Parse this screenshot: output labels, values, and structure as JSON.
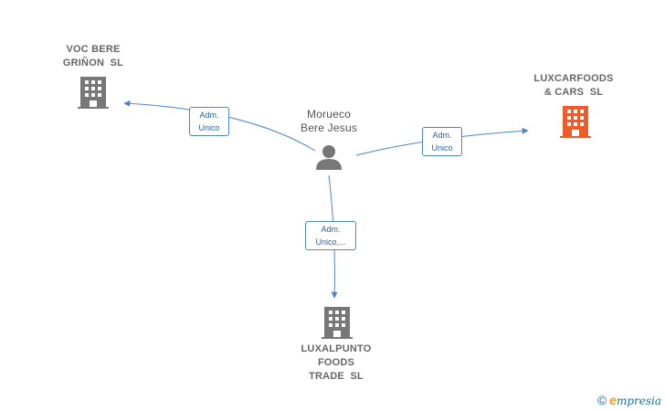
{
  "nodes": {
    "voc": {
      "lines": [
        "VOC BERE",
        "GRIÑON  SL"
      ],
      "type": "company",
      "color": "#777777"
    },
    "luxcar": {
      "lines": [
        "LUXCARFOODS",
        "& CARS  SL"
      ],
      "type": "company",
      "color": "#ee5c2c"
    },
    "person": {
      "lines": [
        "Morueco",
        "Bere Jesus"
      ],
      "type": "person",
      "color": "#777777"
    },
    "luxal": {
      "lines": [
        "LUXALPUNTO",
        "FOODS",
        "TRADE  SL"
      ],
      "type": "company",
      "color": "#777777"
    }
  },
  "edges": [
    {
      "from": "person",
      "to": "voc",
      "label": [
        "Adm.",
        "Unico"
      ]
    },
    {
      "from": "person",
      "to": "luxcar",
      "label": [
        "Adm.",
        "Unico"
      ]
    },
    {
      "from": "person",
      "to": "luxal",
      "label": [
        "Adm.",
        "Unico,..."
      ]
    }
  ],
  "edge_color": "#4a86c8",
  "watermark": {
    "copyright": "©",
    "brand_initial": "e",
    "brand_rest": "mpresia"
  },
  "icons": {
    "company": "building-icon",
    "person": "person-icon"
  }
}
